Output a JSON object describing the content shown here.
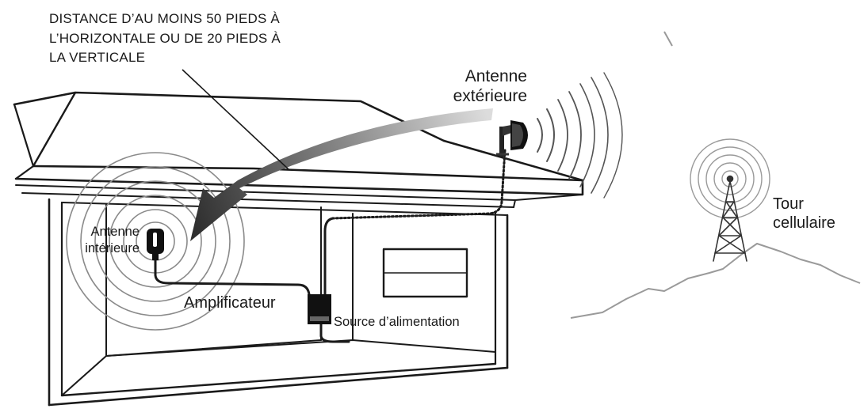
{
  "labels": {
    "distance": [
      "DISTANCE D’AU MOINS 50 PIEDS À",
      "L’HORIZONTALE OU DE 20 PIEDS À",
      "LA VERTICALE"
    ],
    "outdoor_antenna": [
      "Antenne",
      "extérieure"
    ],
    "cell_tower": [
      "Tour",
      "cellulaire"
    ],
    "indoor_antenna": [
      "Antenne",
      "intérieure"
    ],
    "amplifier": "Amplificateur",
    "power_source": "Source d’alimentation"
  },
  "colors": {
    "ink": "#1a1a1a",
    "arrow_dark": "#2f2f2f",
    "arrow_light": "#d9d9d9",
    "signal_ring": "#888888",
    "ground_line": "#9a9a9a"
  }
}
